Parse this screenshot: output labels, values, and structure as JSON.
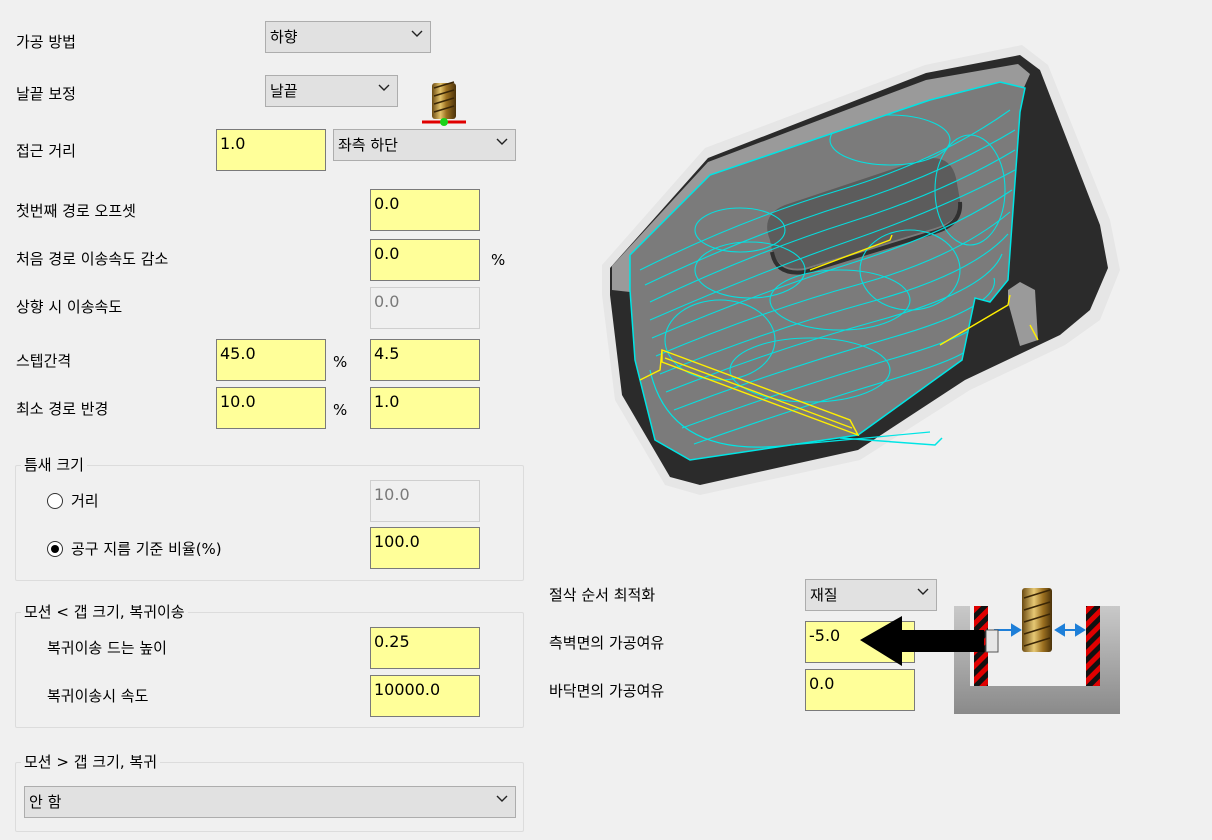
{
  "fields": {
    "machining_method": {
      "label": "가공 방법",
      "value": "하향"
    },
    "tip_compensation": {
      "label": "날끝 보정",
      "value": "날끝"
    },
    "approach_distance": {
      "label": "접근 거리",
      "value": "1.0",
      "position": "좌측 하단"
    },
    "first_path_offset": {
      "label": "첫번째 경로 오프셋",
      "value": "0.0"
    },
    "first_path_feed_reduction": {
      "label": "처음 경로 이송속도 감소",
      "value": "0.0",
      "unit": "%"
    },
    "upward_feed": {
      "label": "상향 시 이송속도",
      "value": "0.0"
    },
    "stepover": {
      "label": "스텝간격",
      "percent": "45.0",
      "unit": "%",
      "value": "4.5"
    },
    "min_path_radius": {
      "label": "최소 경로 반경",
      "percent": "10.0",
      "unit": "%",
      "value": "1.0"
    }
  },
  "gap_size": {
    "title": "틈새 크기",
    "distance_label": "거리",
    "distance_value": "10.0",
    "ratio_label": "공구 지름 기준 비율(%)",
    "ratio_value": "100.0",
    "selected": "ratio"
  },
  "motion_lt": {
    "title": "모션 < 갭 크기, 복귀이송",
    "retract_height_label": "복귀이송 드는 높이",
    "retract_height_value": "0.25",
    "retract_feed_label": "복귀이송시 속도",
    "retract_feed_value": "10000.0"
  },
  "motion_gt": {
    "title": "모션 > 갭 크기, 복귀",
    "value": "안 함"
  },
  "optimize": {
    "label": "절삭 순서 최적화",
    "value": "재질"
  },
  "wall_stock": {
    "label": "측벽면의 가공여유",
    "value": "-5.0"
  },
  "floor_stock": {
    "label": "바닥면의 가공여유",
    "value": "0.0"
  },
  "icons": {
    "chevron": "chevron-down-icon",
    "tool": "end-mill-icon",
    "preview": "toolpath-preview",
    "stock": "wall-stock-diagram"
  },
  "colors": {
    "input_bg": "#ffff99",
    "toolpath": "#00e5e5",
    "highlight": "#ffee00",
    "arrow_blue": "#1e7fd8"
  }
}
